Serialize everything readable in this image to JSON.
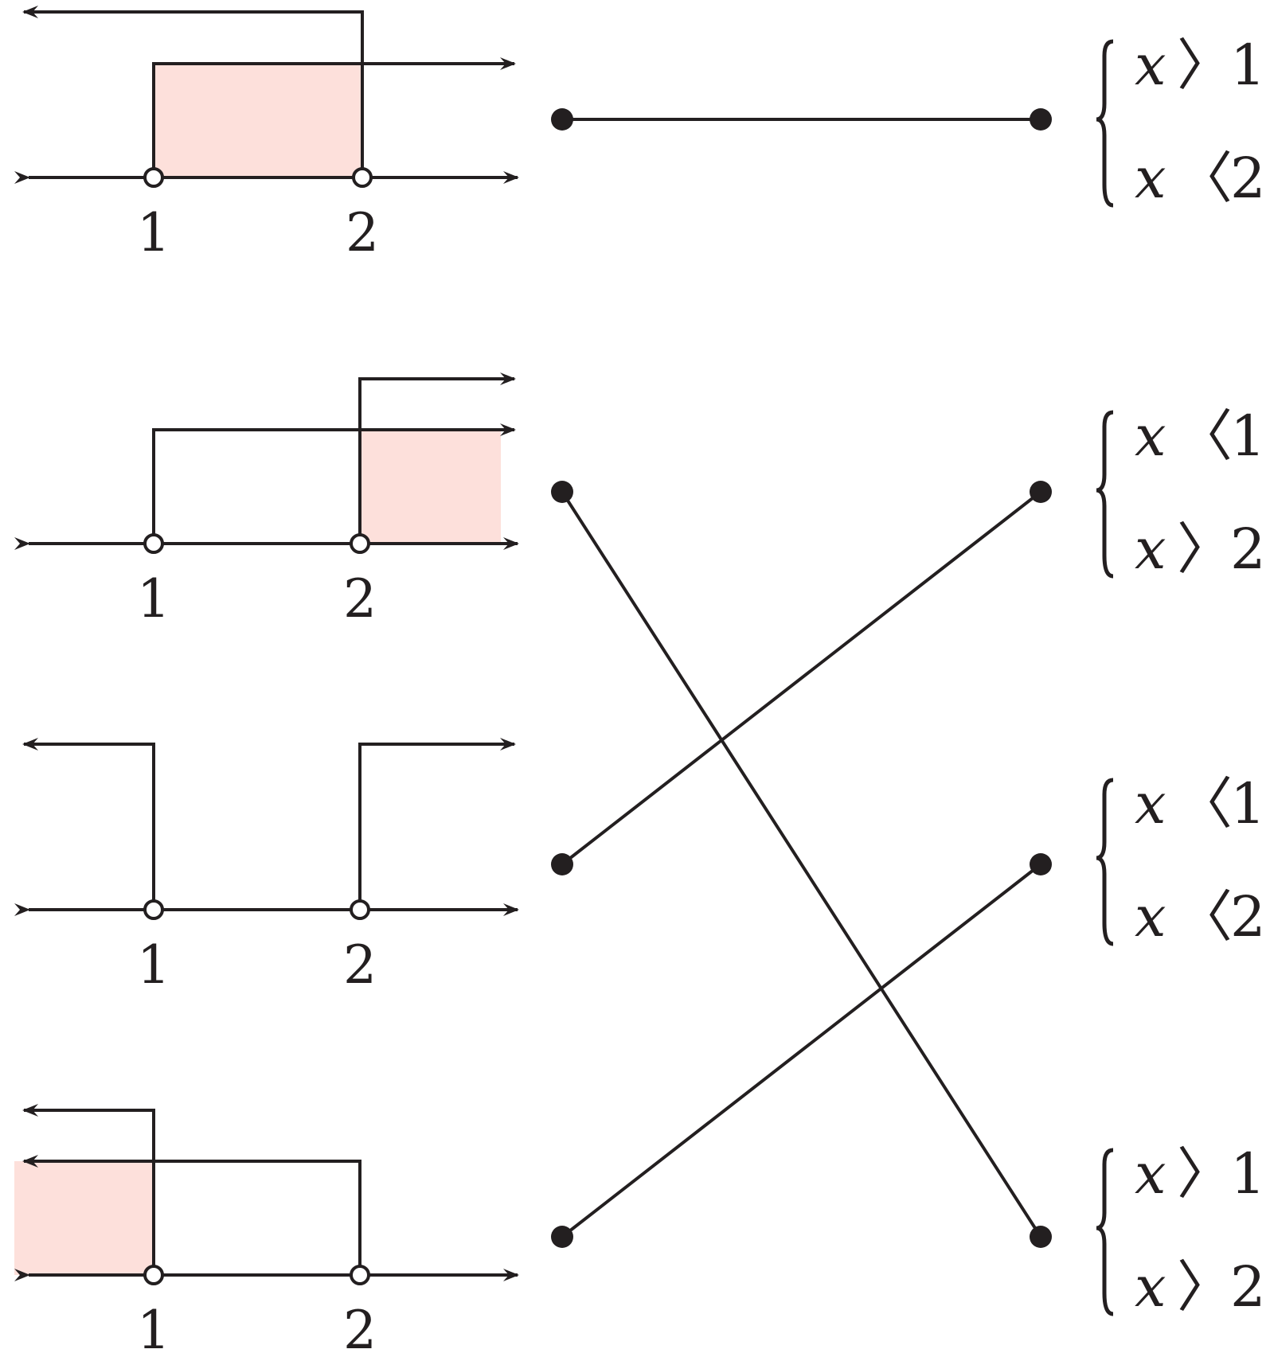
{
  "colors": {
    "ink": "#231f20",
    "shade": "#fde0db",
    "background": "#ffffff"
  },
  "number_lines": [
    {
      "tick_labels": [
        "1",
        "2"
      ],
      "ray_a": "right-from-1",
      "ray_b": "left-from-2",
      "shaded_solution": "between 1 and 2"
    },
    {
      "tick_labels": [
        "1",
        "2"
      ],
      "ray_a": "right-from-1",
      "ray_b": "right-from-2",
      "shaded_solution": "greater than 2"
    },
    {
      "tick_labels": [
        "1",
        "2"
      ],
      "ray_a": "left-from-1",
      "ray_b": "right-from-2",
      "shaded_solution": "none"
    },
    {
      "tick_labels": [
        "1",
        "2"
      ],
      "ray_a": "left-from-1",
      "ray_b": "left-from-2",
      "shaded_solution": "less than 1"
    }
  ],
  "systems": [
    {
      "line1": {
        "var": "x",
        "op": "〉",
        "num": "1"
      },
      "line2": {
        "var": "x",
        "op": "〈",
        "num": "2"
      }
    },
    {
      "line1": {
        "var": "x",
        "op": "〈",
        "num": "1"
      },
      "line2": {
        "var": "x",
        "op": "〉",
        "num": "2"
      }
    },
    {
      "line1": {
        "var": "x",
        "op": "〈",
        "num": "1"
      },
      "line2": {
        "var": "x",
        "op": "〈",
        "num": "2"
      }
    },
    {
      "line1": {
        "var": "x",
        "op": "〉",
        "num": "1"
      },
      "line2": {
        "var": "x",
        "op": "〉",
        "num": "2"
      }
    }
  ],
  "matches": [
    {
      "number_line": 1,
      "system": 1
    },
    {
      "number_line": 2,
      "system": 4
    },
    {
      "number_line": 3,
      "system": 2
    },
    {
      "number_line": 4,
      "system": 3
    }
  ]
}
